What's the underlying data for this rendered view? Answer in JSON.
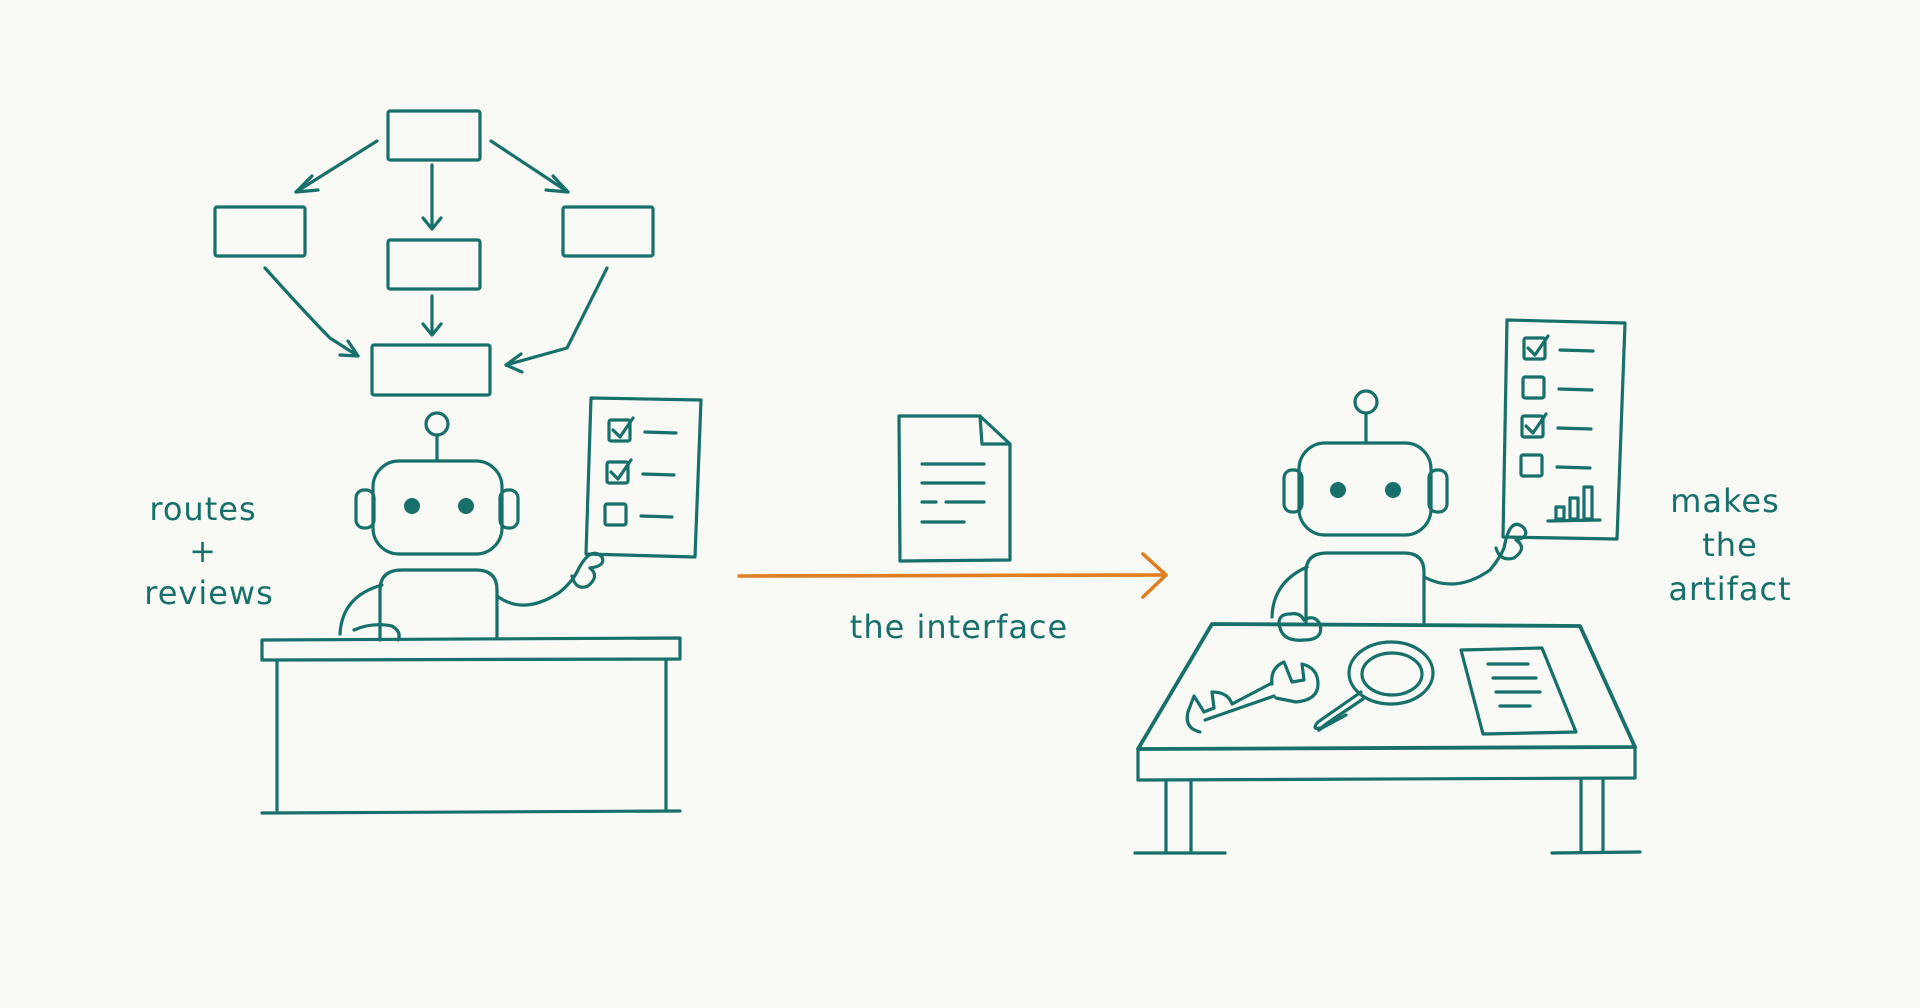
{
  "labels": {
    "left_line1": "routes",
    "left_line2": "+",
    "left_line3": "reviews",
    "center": "the interface",
    "right_line1": "makes",
    "right_line2": "the",
    "right_line3": "artifact"
  },
  "colors": {
    "ink": "#17706a",
    "accent": "#df7f22",
    "background": "#f9f9f6"
  },
  "icons": {
    "left_actor": "robot-icon",
    "right_actor": "robot-icon",
    "handoff": "document-icon",
    "tool_1": "wrench-icon",
    "tool_2": "magnifying-glass-icon"
  }
}
